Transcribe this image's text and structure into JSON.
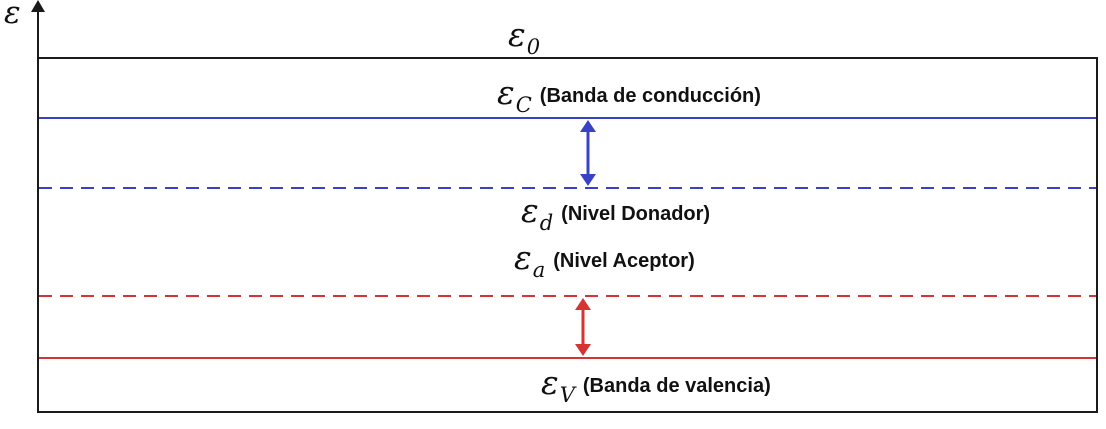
{
  "diagram": {
    "axis_label": "ε",
    "levels": {
      "e0": {
        "symbol": "ε",
        "sub": "0",
        "description": ""
      },
      "ec": {
        "symbol": "ε",
        "sub": "C",
        "description": "(Banda de conducción)"
      },
      "ed": {
        "symbol": "ε",
        "sub": "d",
        "description": "(Nivel Donador)"
      },
      "ea": {
        "symbol": "ε",
        "sub": "a",
        "description": "(Nivel Aceptor)"
      },
      "ev": {
        "symbol": "ε",
        "sub": "V",
        "description": "(Banda de valencia)"
      }
    },
    "colors": {
      "conduction_blue": "#3743c4",
      "valence_red": "#d63333",
      "axis_black": "#1a1a1a"
    }
  }
}
